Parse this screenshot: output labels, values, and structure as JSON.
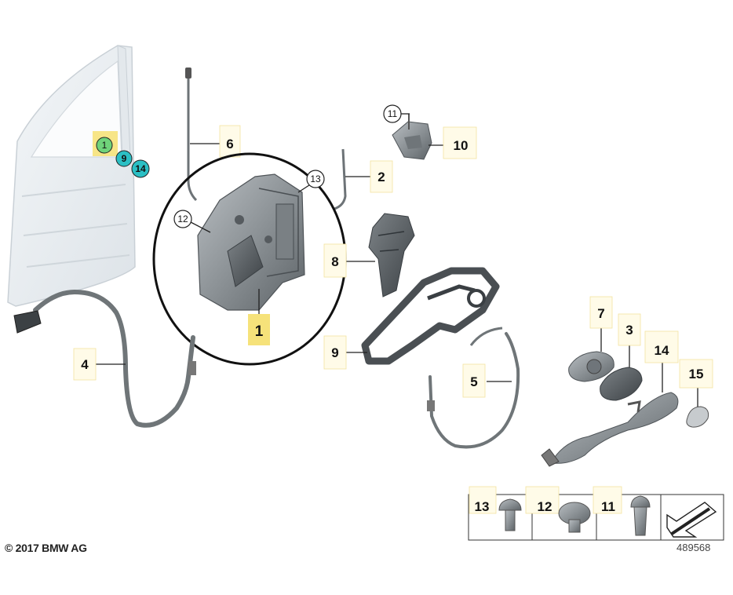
{
  "copyright": "© 2017 BMW AG",
  "diagram_number": "489568",
  "callouts": {
    "c1_door": "1",
    "c9_door": "9",
    "c14_door": "14",
    "c6": "6",
    "c2": "2",
    "c13": "13",
    "c12": "12",
    "c1_main": "1",
    "c8": "8",
    "c11_top": "11",
    "c10": "10",
    "c4": "4",
    "c9_main": "9",
    "c5": "5",
    "c7": "7",
    "c3": "3",
    "c14": "14",
    "c15": "15"
  },
  "fastener_table": {
    "cells": [
      "13",
      "12",
      "11"
    ]
  },
  "colors": {
    "highlight_yellow": "#f6e27a",
    "callout_green": "#6fd37a",
    "callout_teal": "#2bbfc4",
    "door_fill": "#eef2f5",
    "part_grey": "#8f9599",
    "cable_grey": "#6f7578"
  },
  "icons": {
    "arrow_symbol": "arrow-pointer-icon"
  }
}
